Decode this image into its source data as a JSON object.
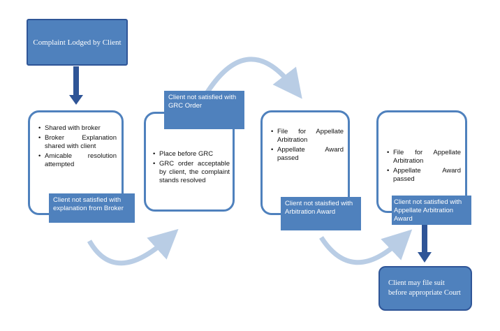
{
  "start": {
    "text": "Complaint Lodged by Client"
  },
  "box1": {
    "bullets": [
      "Shared with broker",
      "Broker Explanation shared with client",
      "Amicable resolution attempted"
    ],
    "label": "Client not satisfied with explanation from Broker"
  },
  "box2": {
    "label": "Client not satisfied with GRC Order",
    "bullets": [
      "Place before GRC",
      "GRC order acceptable by client, the complaint stands resolved"
    ]
  },
  "box3": {
    "bullets": [
      "File for Appellate Arbitration",
      "Appellate Award passed"
    ],
    "label": "Client not staisfied with Arbitration Award"
  },
  "box4": {
    "bullets": [
      "File for Appellate Arbitration",
      "Appellate Award passed"
    ],
    "label": "Client not satisfied with Appellate Arbitration Award"
  },
  "end": {
    "text": "Client may file suit before appropriate Court"
  },
  "colors": {
    "primary": "#4f81bd",
    "arrow_curve": "#b9cde5",
    "arrow_down": "#2f5597"
  }
}
